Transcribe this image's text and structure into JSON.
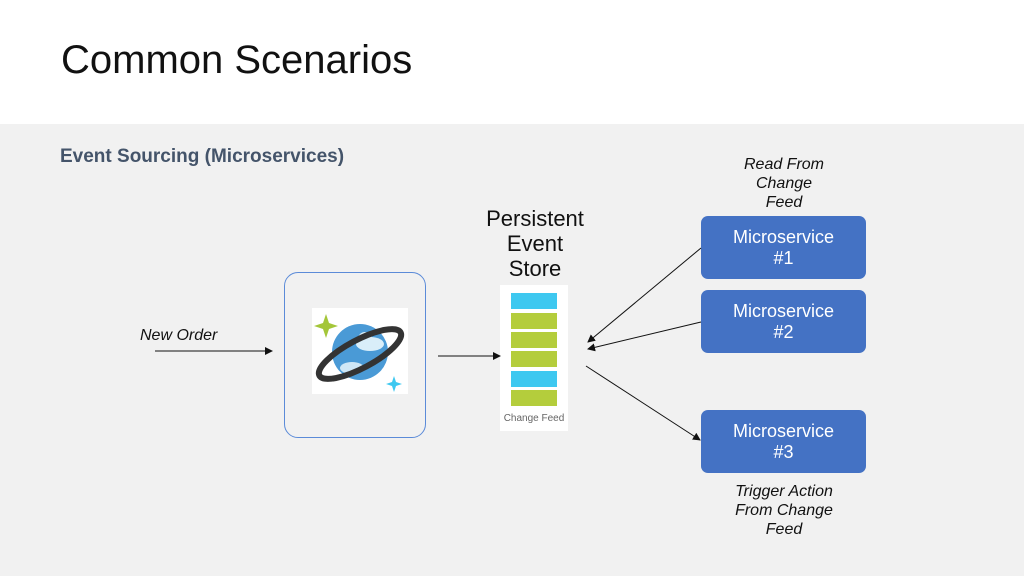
{
  "header": {
    "title": "Common Scenarios"
  },
  "section": {
    "subtitle": "Event Sourcing (Microservices)"
  },
  "diagram": {
    "input_label": "New Order",
    "store_label": [
      "Persistent",
      "Event",
      "Store"
    ],
    "store_caption": "Change Feed",
    "read_note": [
      "Read From",
      "Change",
      "Feed"
    ],
    "trigger_note": [
      "Trigger Action",
      "From Change",
      "Feed"
    ],
    "microservices": [
      {
        "line1": "Microservice",
        "line2": "#1"
      },
      {
        "line1": "Microservice",
        "line2": "#2"
      },
      {
        "line1": "Microservice",
        "line2": "#3"
      }
    ],
    "stripe_colors": [
      "#3ec8f0",
      "#b4cd3c",
      "#b4cd3c",
      "#b4cd3c",
      "#3ec8f0",
      "#b4cd3c"
    ]
  },
  "colors": {
    "accent_blue": "#4472c4",
    "subtitle": "#44546a",
    "background": "#f1f1f1",
    "cosmos_blue": "#4a9ad6",
    "sparkle_green": "#a4c639",
    "sparkle_cyan": "#3ec8f0"
  }
}
